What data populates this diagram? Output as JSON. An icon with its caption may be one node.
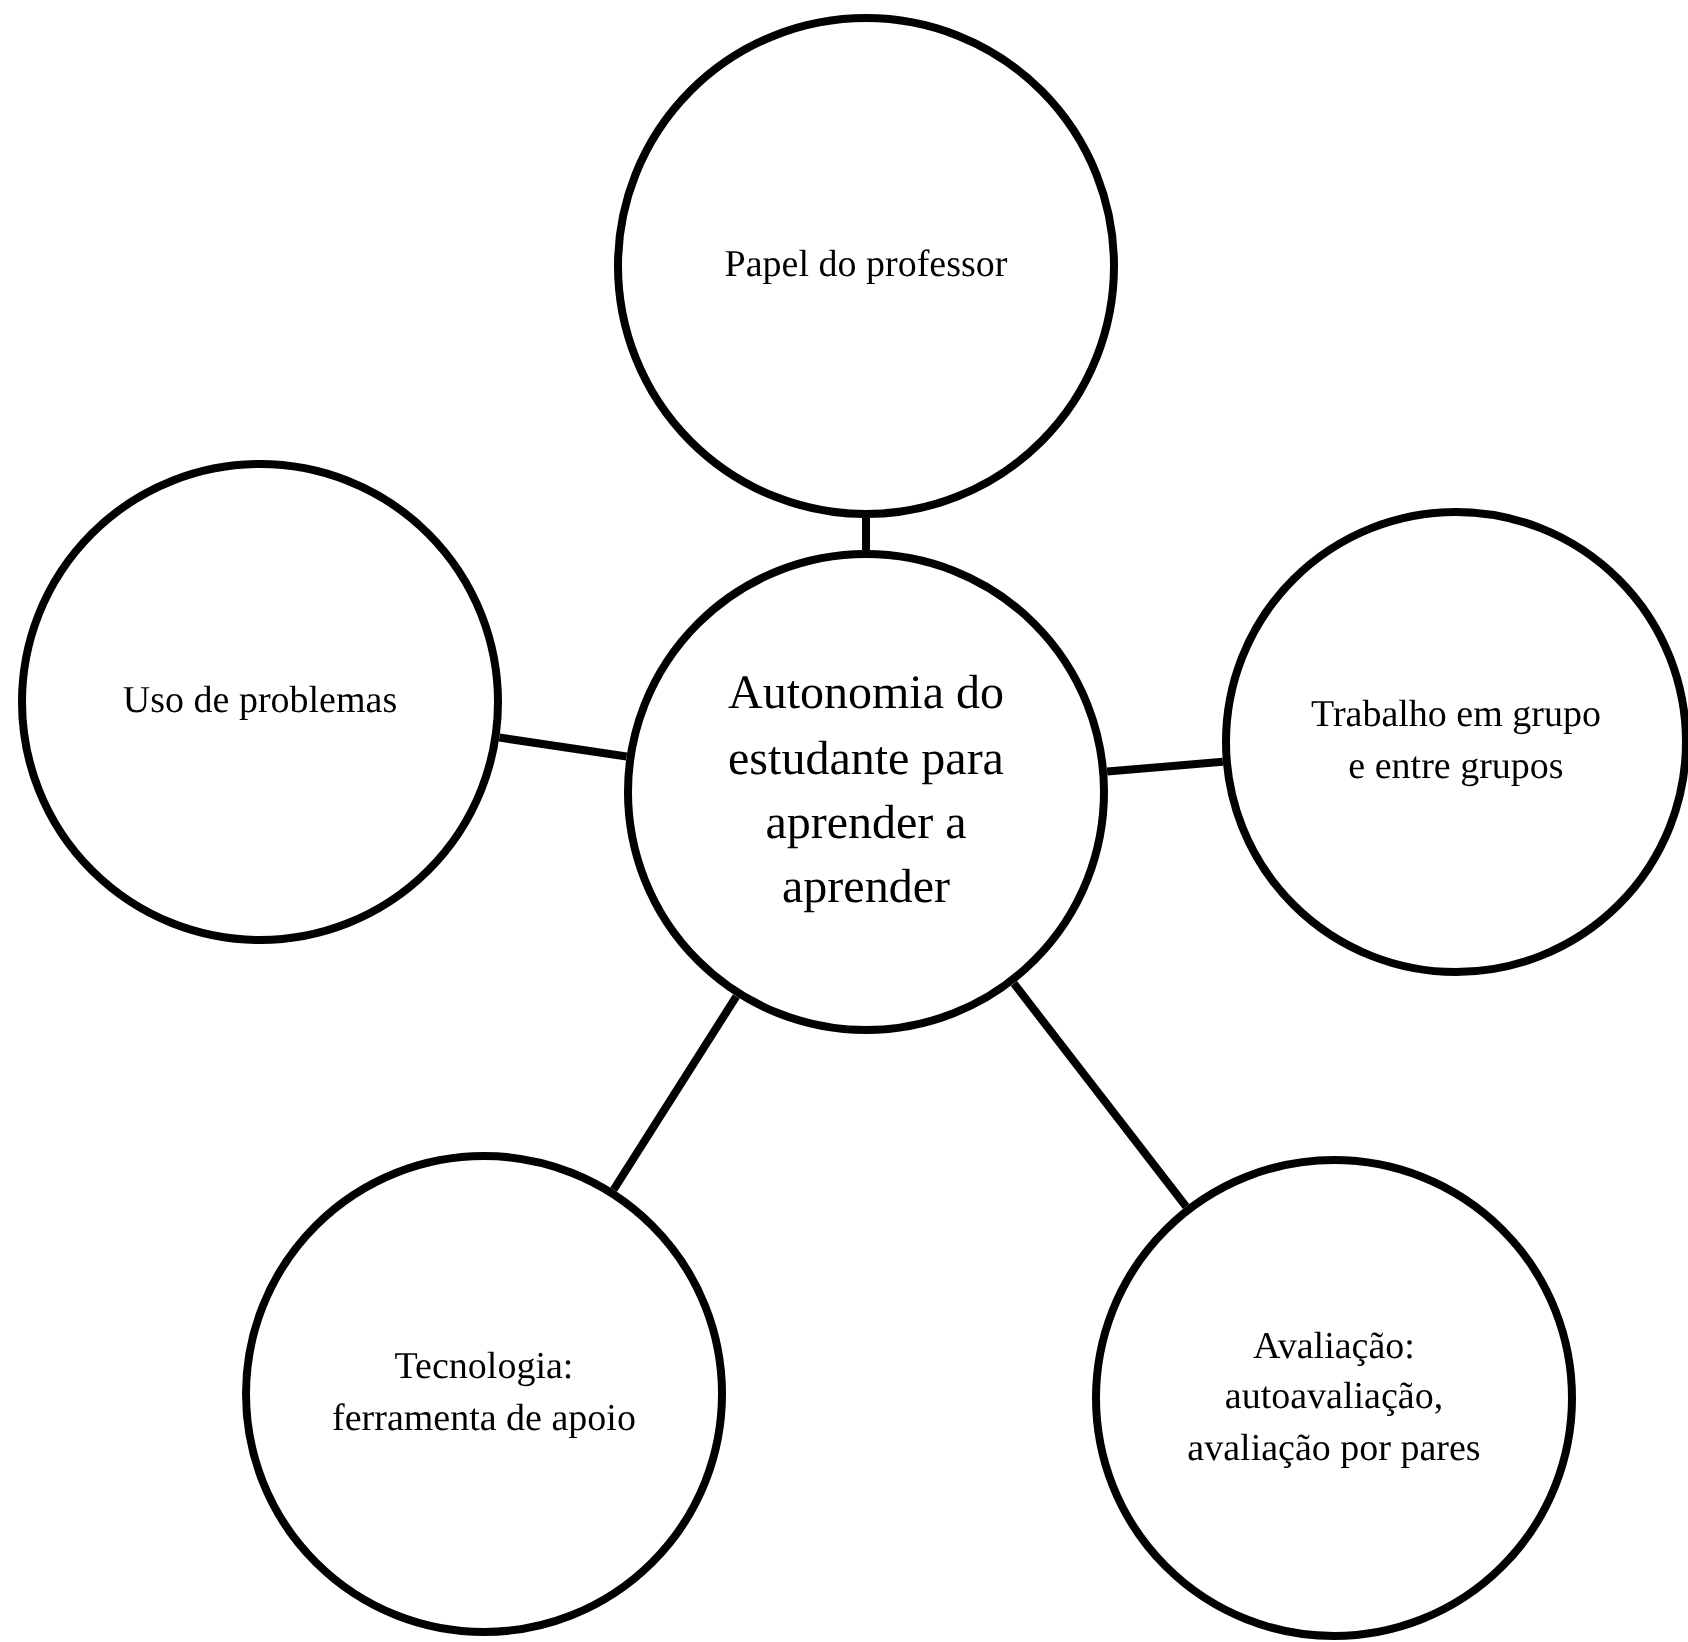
{
  "diagram": {
    "nodes": [
      {
        "text": [
          "Papel do professor"
        ]
      },
      {
        "text": [
          "Uso de problemas"
        ]
      },
      {
        "text": [
          "Trabalho em grupo e entre grupos"
        ]
      },
      {
        "text": [
          "Autonomia do estudante para aprender a aprender"
        ]
      },
      {
        "text": [
          "Tecnologia: ferramenta de apoio"
        ]
      },
      {
        "text": [
          "Avaliação: autoavaliação, avaliação por pares"
        ]
      }
    ],
    "edges": [
      {
        "from": 3,
        "to": 0,
        "arrow": "none"
      },
      {
        "from": 3,
        "to": 1,
        "arrow": "none"
      },
      {
        "from": 3,
        "to": 2,
        "arrow": "none"
      },
      {
        "from": 3,
        "to": 4,
        "arrow": "none"
      },
      {
        "from": 3,
        "to": 5,
        "arrow": "none"
      }
    ]
  }
}
